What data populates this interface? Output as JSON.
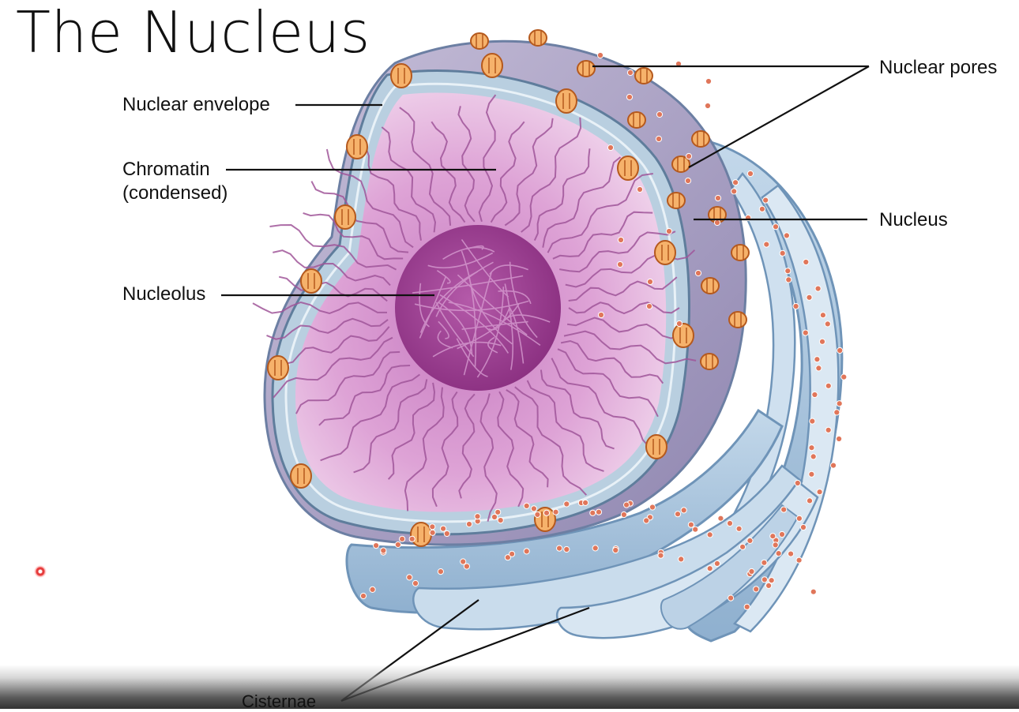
{
  "slide": {
    "title": "The Nucleus"
  },
  "labels": {
    "nuclear_envelope": "Nuclear envelope",
    "chromatin_line1": "Chromatin",
    "chromatin_line2": "(condensed)",
    "nucleolus": "Nucleolus",
    "nuclear_pores": "Nuclear pores",
    "nucleus": "Nucleus",
    "cisternae": "Cisternae"
  },
  "colors": {
    "interior_pink": "#e7b6dd",
    "nucleolus_purple": "#9a3d8f",
    "envelope_blue": "#b9cfe0",
    "er_blue": "#a9c3dc",
    "pore_orange": "#f6b26b",
    "ribosome_orange": "#e0765a"
  }
}
